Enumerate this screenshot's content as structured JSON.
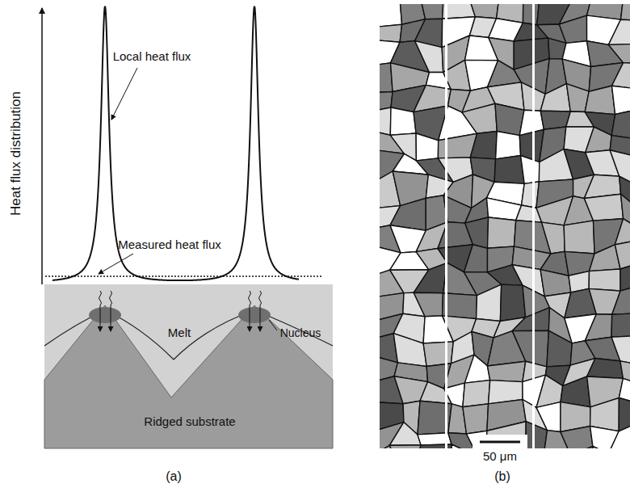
{
  "diagram": {
    "labels": [
      "Heat flux distribution",
      "Local heat flux",
      "Measured heat flux",
      "Nucleus",
      "Melt",
      "Ridged substrate",
      "50 μm",
      "(a)",
      "(b)"
    ]
  }
}
